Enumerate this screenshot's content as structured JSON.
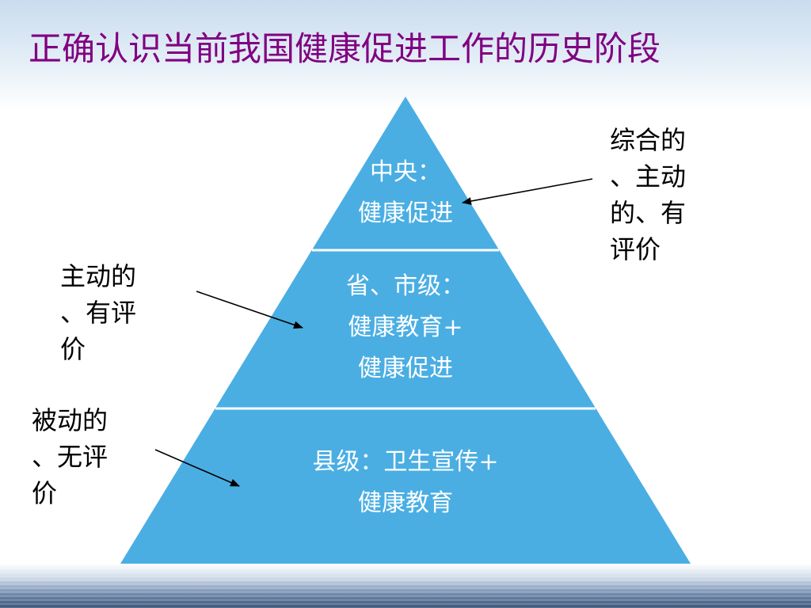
{
  "title": "正确认识当前我国健康促进工作的历史阶段",
  "colors": {
    "title": "#800080",
    "pyramid_fill": "#4aaee3",
    "pyramid_text": "#ffffff",
    "divider": "#ffffff",
    "note_text": "#000000"
  },
  "pyramid": {
    "top": [
      "中央：",
      "健康促进"
    ],
    "middle": [
      "省、市级：",
      "健康教育+",
      "健康促进"
    ],
    "bottom": [
      "县级：卫生宣传+",
      "健康教育"
    ]
  },
  "notes": {
    "top_right": [
      "综合的",
      "、主动",
      "的、有",
      "评价"
    ],
    "middle_left": [
      "主动的",
      "、有评",
      "价"
    ],
    "bottom_left": [
      "被动的",
      "、无评",
      "价"
    ]
  }
}
